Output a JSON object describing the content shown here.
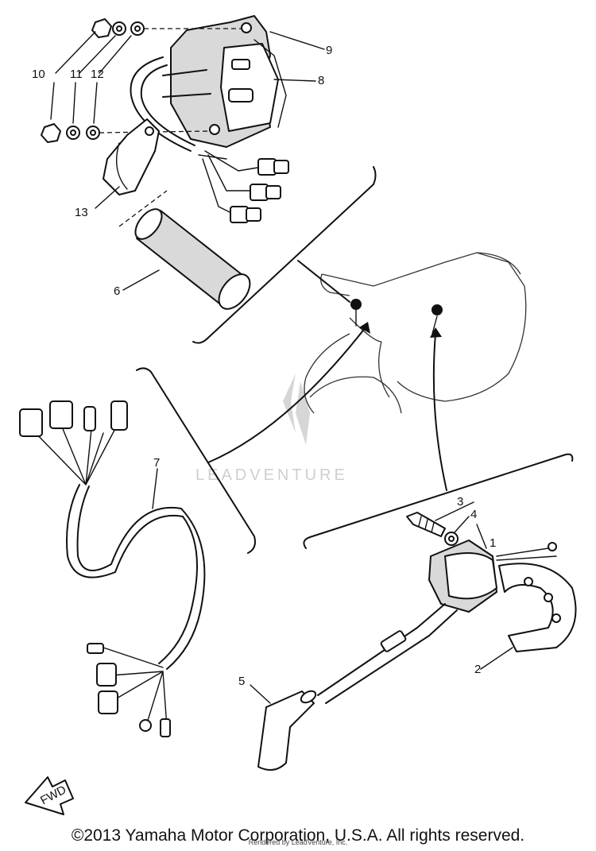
{
  "callouts": [
    {
      "id": "1",
      "label": "1"
    },
    {
      "id": "2",
      "label": "2"
    },
    {
      "id": "3",
      "label": "3"
    },
    {
      "id": "4",
      "label": "4"
    },
    {
      "id": "5",
      "label": "5"
    },
    {
      "id": "6",
      "label": "6"
    },
    {
      "id": "7",
      "label": "7"
    },
    {
      "id": "8",
      "label": "8"
    },
    {
      "id": "9",
      "label": "9"
    },
    {
      "id": "10",
      "label": "10"
    },
    {
      "id": "11",
      "label": "11"
    },
    {
      "id": "12",
      "label": "12"
    },
    {
      "id": "13",
      "label": "13"
    }
  ],
  "fwd_label": "FWD",
  "watermark": "LEADVENTURE",
  "copyright": "©2013 Yamaha Motor Corporation, U.S.A. All rights reserved.",
  "rendered_by": "Rendered by LeadVenture, Inc."
}
